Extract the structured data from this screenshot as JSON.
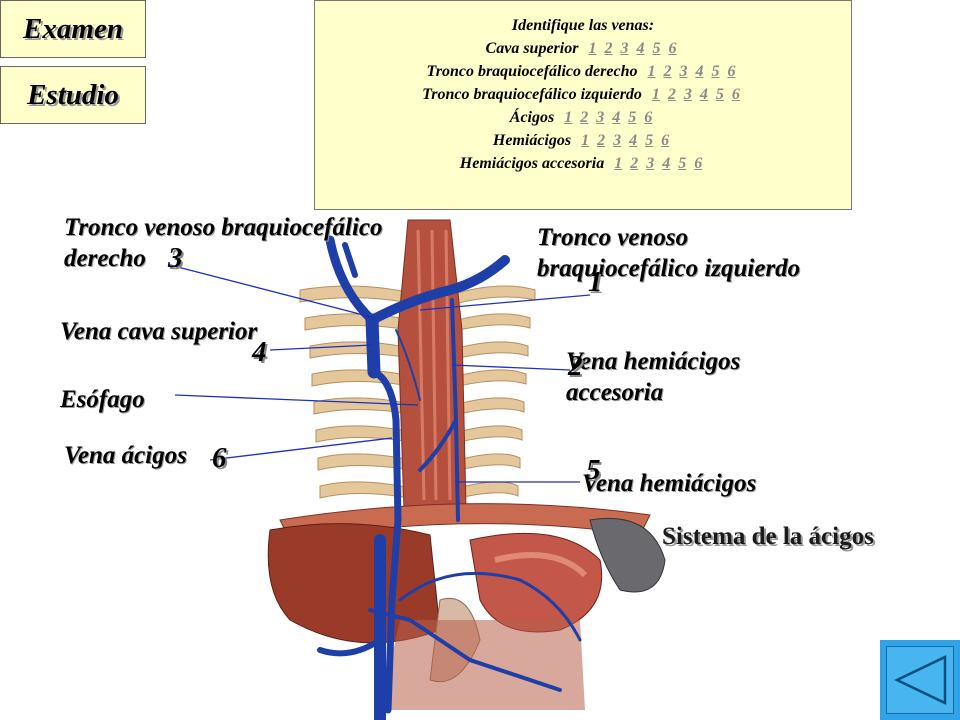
{
  "nav": {
    "exam_label": "Examen",
    "study_label": "Estudio"
  },
  "quiz": {
    "title": "Identifique las venas:",
    "rows": [
      {
        "label": "Cava superior",
        "options": [
          "1",
          "2",
          "3",
          "4",
          "5",
          "6"
        ]
      },
      {
        "label": "Tronco braquiocefálico derecho",
        "options": [
          "1",
          "2",
          "3",
          "4",
          "5",
          "6"
        ]
      },
      {
        "label": "Tronco braquiocefálico izquierdo",
        "options": [
          "1",
          "2",
          "3",
          "4",
          "5",
          "6"
        ]
      },
      {
        "label": "Ácigos",
        "options": [
          "1",
          "2",
          "3",
          "4",
          "5",
          "6"
        ]
      },
      {
        "label": "Hemiácigos",
        "options": [
          "1",
          "2",
          "3",
          "4",
          "5",
          "6"
        ]
      },
      {
        "label": "Hemiácigos accesoria",
        "options": [
          "1",
          "2",
          "3",
          "4",
          "5",
          "6"
        ]
      }
    ]
  },
  "labels": {
    "right_brachio_line1": "Tronco venoso braquiocefálico",
    "right_brachio_line2": "derecho",
    "left_brachio_line1": "Tronco venoso",
    "left_brachio_line2": "braquiocefálico izquierdo",
    "svc": "Vena cava superior",
    "esophagus": "Esófago",
    "azygos": "Vena ácigos",
    "acc_hemiazygos_line1": "Vena hemiácigos",
    "acc_hemiazygos_line2": "accesoria",
    "hemiazygos": "Vena hemiácigos"
  },
  "numbers": {
    "n3": "3",
    "n1": "1",
    "n4": "4",
    "n2": "2",
    "n6": "6",
    "n5": "5"
  },
  "system_title": "Sistema de la ácigos",
  "colors": {
    "panel_bg": "#ffffcc",
    "vein_blue": "#1f3fa8",
    "muscle_red": "#b5503f",
    "rib_beige": "#e8c9a0",
    "nav_blue": "#2fa4e8"
  },
  "icons": {
    "back": "triangle-left-icon"
  }
}
